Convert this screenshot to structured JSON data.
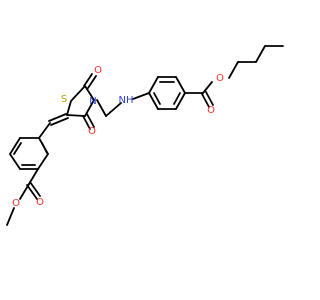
{
  "atoms": {
    "s": {
      "label": "S",
      "color": "#b8a000"
    },
    "n_ring": {
      "label": "N",
      "color": "#2f45d6"
    },
    "nh": {
      "label": "NH",
      "color": "#2f45d6"
    },
    "o_thiaz_top": {
      "label": "O",
      "color": "#ff2d2d"
    },
    "o_thiaz_bottom": {
      "label": "O",
      "color": "#ff2d2d"
    },
    "o_benzoate_carbonyl": {
      "label": "O",
      "color": "#ff2d2d"
    },
    "o_benzoate_ester": {
      "label": "O",
      "color": "#ff2d2d"
    },
    "o_methyl_ester_carbonyl": {
      "label": "O",
      "color": "#ff2d2d"
    },
    "o_methyl_ester_ether": {
      "label": "O",
      "color": "#ff2d2d"
    }
  }
}
